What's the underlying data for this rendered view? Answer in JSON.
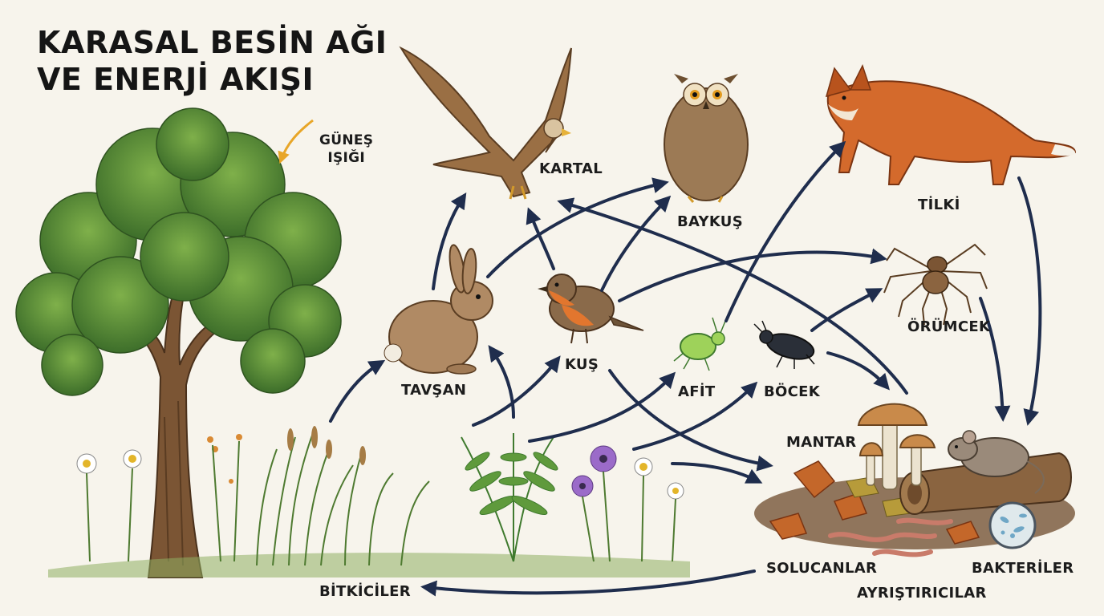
{
  "title": {
    "line1": "KARASAL BESİN AĞI",
    "line2": "VE ENERJİ AKIŞI"
  },
  "sun": {
    "line1": "GÜNEŞ",
    "line2": "IŞIĞI"
  },
  "labels": {
    "eagle": "KARTAL",
    "owl": "BAYKUŞ",
    "fox": "TİLKİ",
    "spider": "ÖRÜMCEK",
    "rabbit": "TAVŞAN",
    "bird": "KUŞ",
    "aphid": "AFİT",
    "beetle": "BÖCEK",
    "mushroom": "MANTAR",
    "worms": "SOLUCANLAR",
    "bacteria": "BAKTERİLER",
    "herbivores": "BİTKİCİLER",
    "decomposers": "AYRIŞTIRICILAR"
  },
  "colors": {
    "arrow": "#1f2d4d",
    "sun_arrow": "#e8a628",
    "background": "#f7f4ec"
  }
}
